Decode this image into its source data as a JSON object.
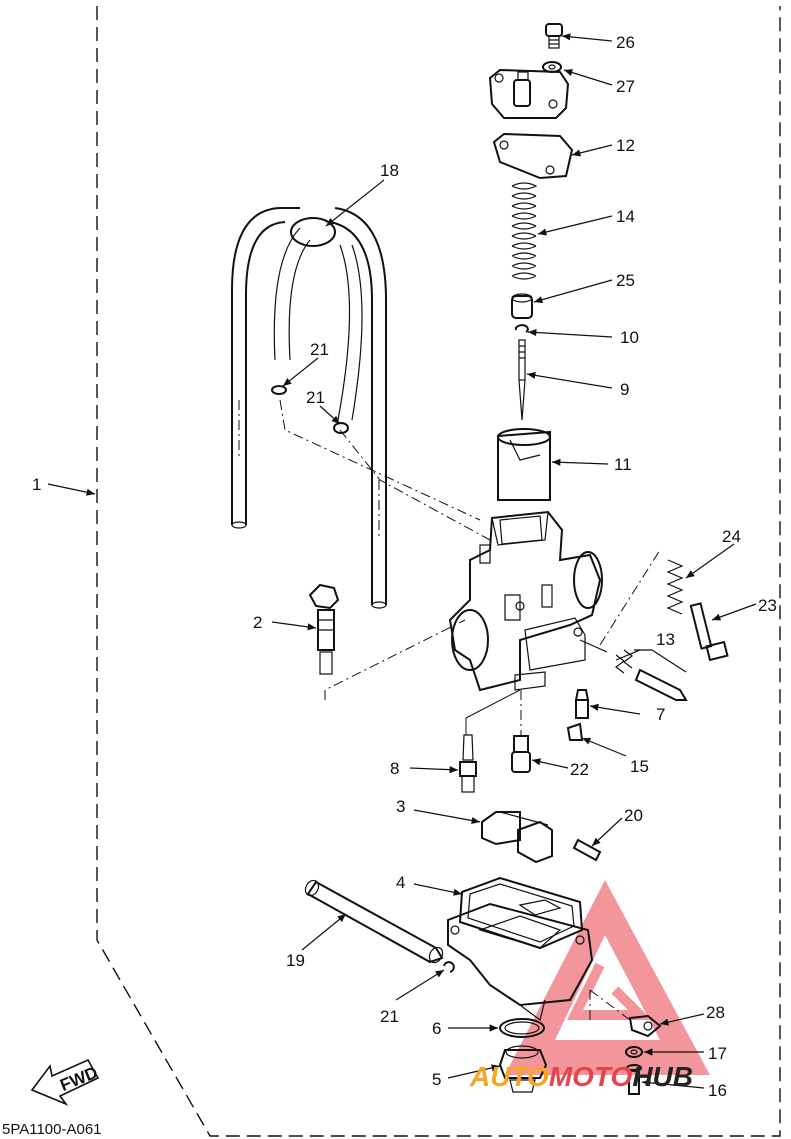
{
  "callouts": [
    "1",
    "2",
    "3",
    "4",
    "5",
    "6",
    "7",
    "8",
    "9",
    "10",
    "11",
    "12",
    "13",
    "14",
    "15",
    "16",
    "17",
    "19",
    "20",
    "21",
    "21",
    "21",
    "22",
    "23",
    "24",
    "25",
    "26",
    "27",
    "28",
    "18"
  ],
  "fwd_label": "FWD",
  "drawing_code": "5PA1100-A061",
  "watermark": {
    "word_a": "AUTO",
    "word_b": "MOTO",
    "word_c": "HUB",
    "color_a": "#f5a623",
    "color_b": "#e8424b",
    "color_c": "#222222"
  }
}
